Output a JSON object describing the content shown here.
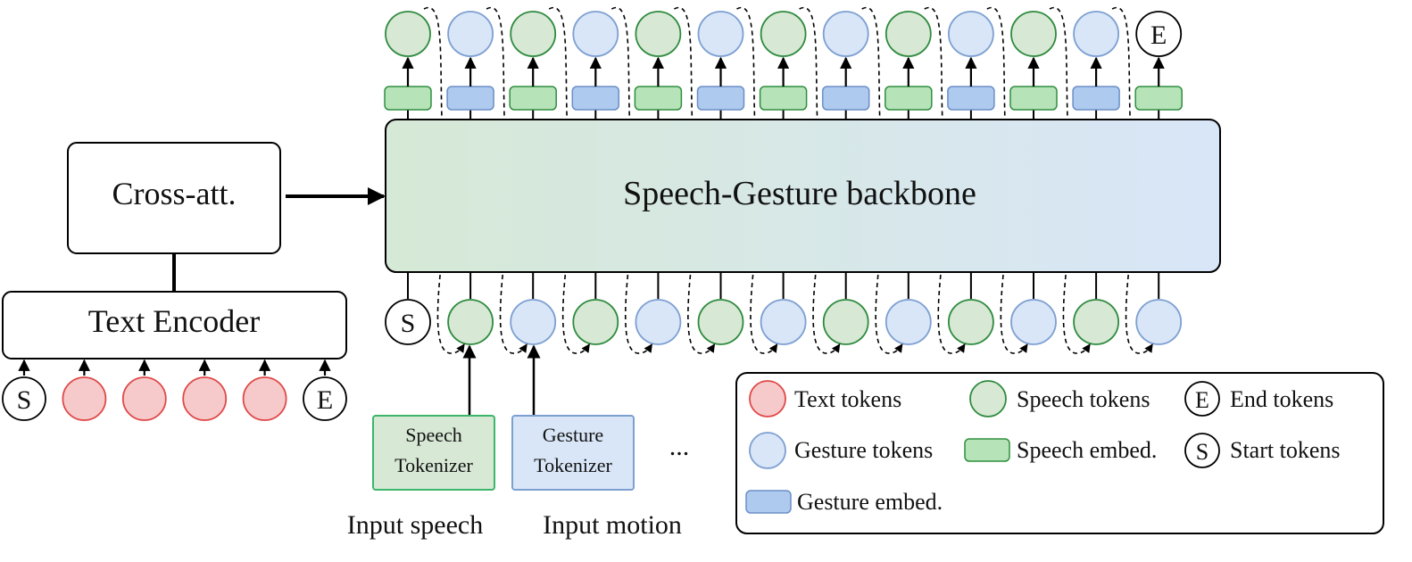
{
  "blocks": {
    "cross_att": "Cross-att.",
    "text_encoder": "Text Encoder",
    "backbone": "Speech-Gesture backbone",
    "speech_tokenizer": [
      "Speech",
      "Tokenizer"
    ],
    "gesture_tokenizer": [
      "Gesture",
      "Tokenizer"
    ],
    "ellipsis": "...",
    "input_speech": "Input speech",
    "input_motion": "Input motion"
  },
  "token_letters": {
    "start": "S",
    "end": "E"
  },
  "legend": {
    "text_tokens": "Text tokens",
    "speech_tokens": "Speech tokens",
    "end_tokens": "End tokens",
    "gesture_tokens": "Gesture tokens",
    "speech_embed": "Speech embed.",
    "start_tokens": "Start tokens",
    "gesture_embed": "Gesture embed."
  },
  "sequences": {
    "text_input": [
      "start",
      "text",
      "text",
      "text",
      "text",
      "end"
    ],
    "output": [
      "speech",
      "gesture",
      "speech",
      "gesture",
      "speech",
      "gesture",
      "speech",
      "gesture",
      "speech",
      "gesture",
      "speech",
      "gesture",
      "end"
    ],
    "input": [
      "start",
      "speech",
      "gesture",
      "speech",
      "gesture",
      "speech",
      "gesture",
      "speech",
      "gesture",
      "speech",
      "gesture",
      "speech",
      "gesture"
    ]
  },
  "colors": {
    "text_fill": "#f6caca",
    "text_stroke": "#e04848",
    "speech_fill": "#d7e8d5",
    "speech_stroke": "#2e8b3e",
    "gesture_fill": "#d8e6f8",
    "gesture_stroke": "#7d9fd1",
    "speech_embed_fill": "#b7e3b9",
    "speech_embed_stroke": "#2f8f3f",
    "gesture_embed_fill": "#aecaee",
    "gesture_embed_stroke": "#6b8fc7",
    "backbone_left": "#d6e9d6",
    "backbone_right": "#d8e6f8"
  }
}
